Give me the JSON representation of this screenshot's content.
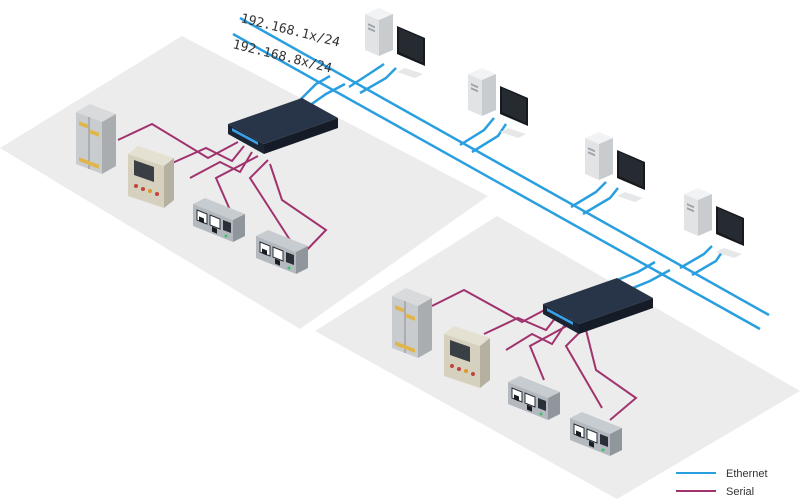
{
  "colors": {
    "ethernet": "#2a9fe0",
    "serial": "#a0336e",
    "zone": "#ececec",
    "switch": "#1f2a3a"
  },
  "networks": [
    "192.168.1x/24",
    "192.168.8x/24"
  ],
  "legend": {
    "ethernet": "Ethernet",
    "serial": "Serial"
  },
  "icons": [
    "server-cabinet-icon",
    "control-panel-icon",
    "io-module-icon",
    "network-switch-icon",
    "workstation-icon"
  ]
}
